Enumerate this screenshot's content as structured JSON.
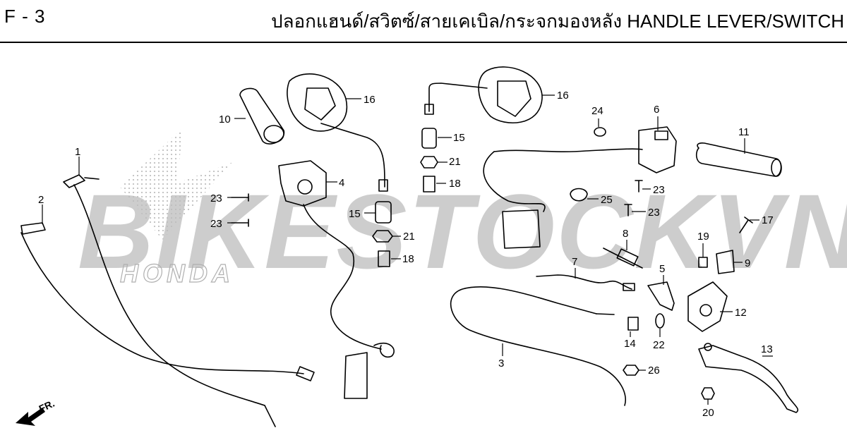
{
  "header": {
    "page_code": "F - 3",
    "title": "ปลอกแฮนด์/สวิตซ์/สายเคเบิล/กระจกมองหลัง  HANDLE LEVER/SWITCH"
  },
  "watermark": {
    "text": "BIKESTOCKVN",
    "sub_text": "HONDA"
  },
  "direction": {
    "label": "FR."
  },
  "colors": {
    "line": "#000000",
    "watermark_gray": "#bdbdbd",
    "watermark_red": "#e8a0a0",
    "dot": "#b0b0b0"
  },
  "callouts": [
    {
      "id": "c1",
      "label": "1"
    },
    {
      "id": "c2",
      "label": "2"
    },
    {
      "id": "c3",
      "label": "3"
    },
    {
      "id": "c4",
      "label": "4"
    },
    {
      "id": "c5",
      "label": "5"
    },
    {
      "id": "c6",
      "label": "6"
    },
    {
      "id": "c7",
      "label": "7"
    },
    {
      "id": "c8",
      "label": "8"
    },
    {
      "id": "c9",
      "label": "9"
    },
    {
      "id": "c10",
      "label": "10"
    },
    {
      "id": "c11",
      "label": "11"
    },
    {
      "id": "c12",
      "label": "12"
    },
    {
      "id": "c13",
      "label": "13"
    },
    {
      "id": "c14",
      "label": "14"
    },
    {
      "id": "c15a",
      "label": "15"
    },
    {
      "id": "c15b",
      "label": "15"
    },
    {
      "id": "c16a",
      "label": "16"
    },
    {
      "id": "c16b",
      "label": "16"
    },
    {
      "id": "c17",
      "label": "17"
    },
    {
      "id": "c18a",
      "label": "18"
    },
    {
      "id": "c18b",
      "label": "18"
    },
    {
      "id": "c19",
      "label": "19"
    },
    {
      "id": "c20",
      "label": "20"
    },
    {
      "id": "c21a",
      "label": "21"
    },
    {
      "id": "c21b",
      "label": "21"
    },
    {
      "id": "c22",
      "label": "22"
    },
    {
      "id": "c23a",
      "label": "23"
    },
    {
      "id": "c23b",
      "label": "23"
    },
    {
      "id": "c23c",
      "label": "23"
    },
    {
      "id": "c23d",
      "label": "23"
    },
    {
      "id": "c24",
      "label": "24"
    },
    {
      "id": "c25",
      "label": "25"
    },
    {
      "id": "c26",
      "label": "26"
    }
  ]
}
